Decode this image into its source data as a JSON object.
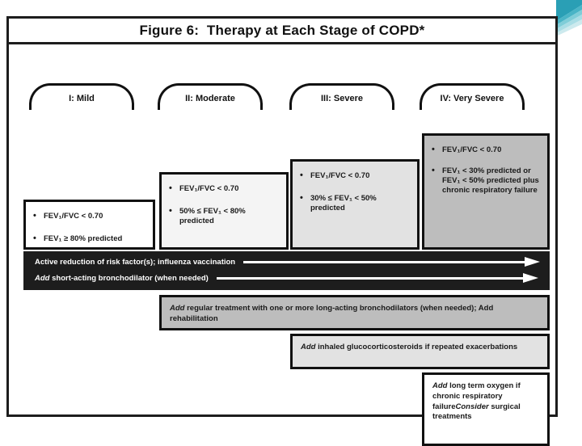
{
  "figure": {
    "title": "Figure 6:  Therapy at Each Stage of COPD*"
  },
  "stages": [
    {
      "tab_label": "I: Mild",
      "criteria": [
        "FEV₁/FVC < 0.70",
        "FEV₁ ≥ 80% predicted"
      ],
      "shade": "#ffffff"
    },
    {
      "tab_label": "II: Moderate",
      "criteria": [
        "FEV₁/FVC < 0.70",
        "50% ≤ FEV₁ < 80% predicted"
      ],
      "shade": "#f4f4f4"
    },
    {
      "tab_label": "III: Severe",
      "criteria": [
        "FEV₁/FVC < 0.70",
        "30% ≤ FEV₁ < 50% predicted"
      ],
      "shade": "#e2e2e2"
    },
    {
      "tab_label": "IV: Very Severe",
      "criteria": [
        "FEV₁/FVC < 0.70",
        "FEV₁ < 30% predicted or FEV₁ < 50% predicted plus chronic respiratory failure"
      ],
      "shade": "#bdbdbd"
    }
  ],
  "black_band": {
    "row1": "Active reduction of risk factor(s); influenza vaccination",
    "row2_emphasis": "Add",
    "row2_rest": " short-acting bronchodilator (when needed)"
  },
  "therapy_boxes": {
    "stage2": {
      "emphasis": "Add",
      "rest": " regular treatment with one or more long-acting bronchodilators (when needed); Add rehabilitation"
    },
    "stage3": {
      "emphasis": "Add",
      "rest": " inhaled glucocorticosteroids if repeated exacerbations"
    },
    "stage4": {
      "emphasis1": "Add",
      "rest1": " long term oxygen if chronic respiratory failure",
      "emphasis2": "Consider",
      "rest2": " surgical treatments"
    }
  },
  "decoration": {
    "ribbon_colors": [
      "#2a9fb5",
      "#49b4c6",
      "#7fcdd8",
      "#a9dde5",
      "#cdeaee"
    ]
  }
}
